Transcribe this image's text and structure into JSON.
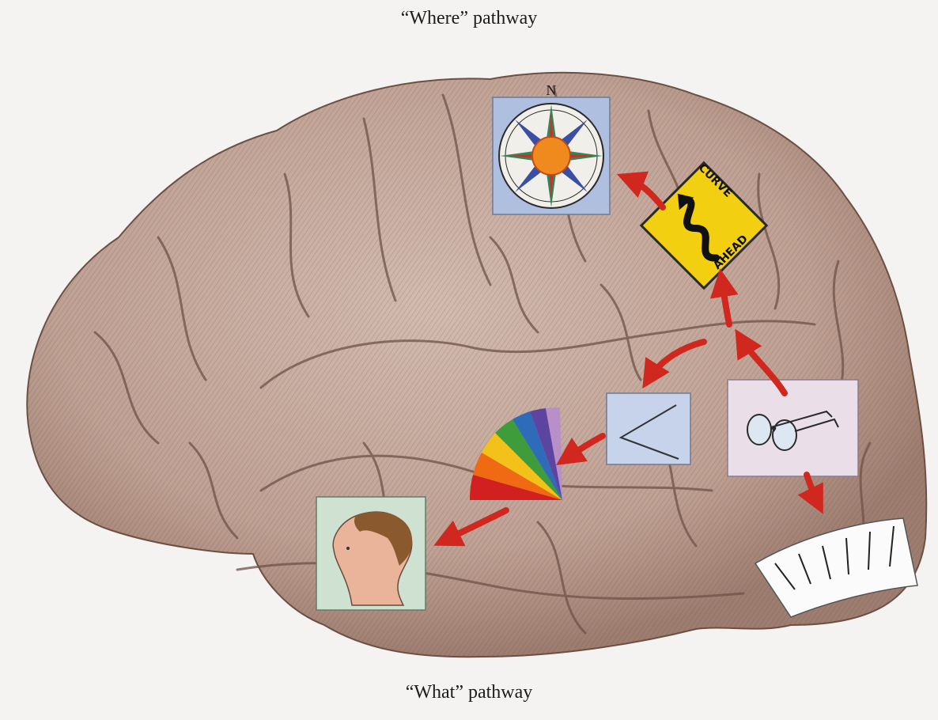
{
  "captions": {
    "top": "“Where” pathway",
    "bottom": "“What” pathway"
  },
  "panels": {
    "compass": {
      "letter": "N"
    },
    "sign": {
      "line1": "CURVE",
      "line2": "AHEAD"
    }
  },
  "colors": {
    "background": "#f4f3f1",
    "brain": "#c7ab9f",
    "brain_shadow": "#8e7064",
    "arrow": "#d0281e",
    "sign": "#f3cf12",
    "panel_blue": "#aebfe0"
  }
}
